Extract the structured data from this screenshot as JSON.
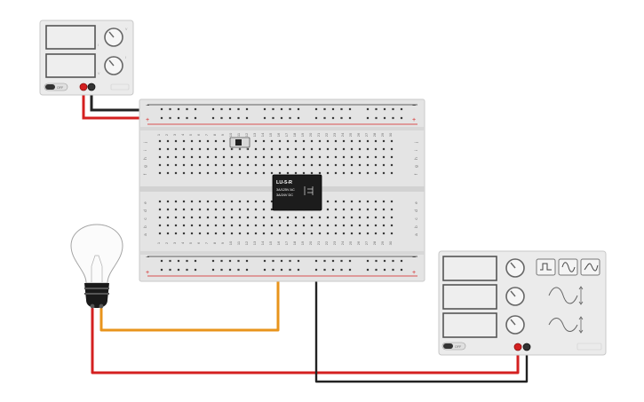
{
  "power_supply": {
    "channel1": {
      "label": "",
      "knob_label": ""
    },
    "channel2": {
      "label": "",
      "knob_label": ""
    },
    "switch_label": "OFF"
  },
  "breadboard": {
    "columns": [
      "1",
      "2",
      "3",
      "4",
      "5",
      "6",
      "7",
      "8",
      "9",
      "10",
      "11",
      "12",
      "13",
      "14",
      "15",
      "16",
      "17",
      "18",
      "19",
      "20",
      "21",
      "22",
      "23",
      "24",
      "25",
      "26",
      "27",
      "28",
      "29",
      "30"
    ],
    "rows_top": [
      "j",
      "i",
      "h",
      "g",
      "f"
    ],
    "rows_bottom": [
      "e",
      "d",
      "c",
      "b",
      "a"
    ],
    "rail_plus": "+",
    "rail_minus": "−"
  },
  "relay": {
    "name": "LU-5-R",
    "rating1": "3A/125V AC",
    "rating2": "3A/24V DC"
  },
  "function_generator": {
    "switch_label": "OFF"
  },
  "colors": {
    "red_wire": "#d42020",
    "black_wire": "#222222",
    "orange_wire": "#e8941c",
    "device_body": "#ebebeb",
    "breadboard": "#e4e4e4"
  }
}
